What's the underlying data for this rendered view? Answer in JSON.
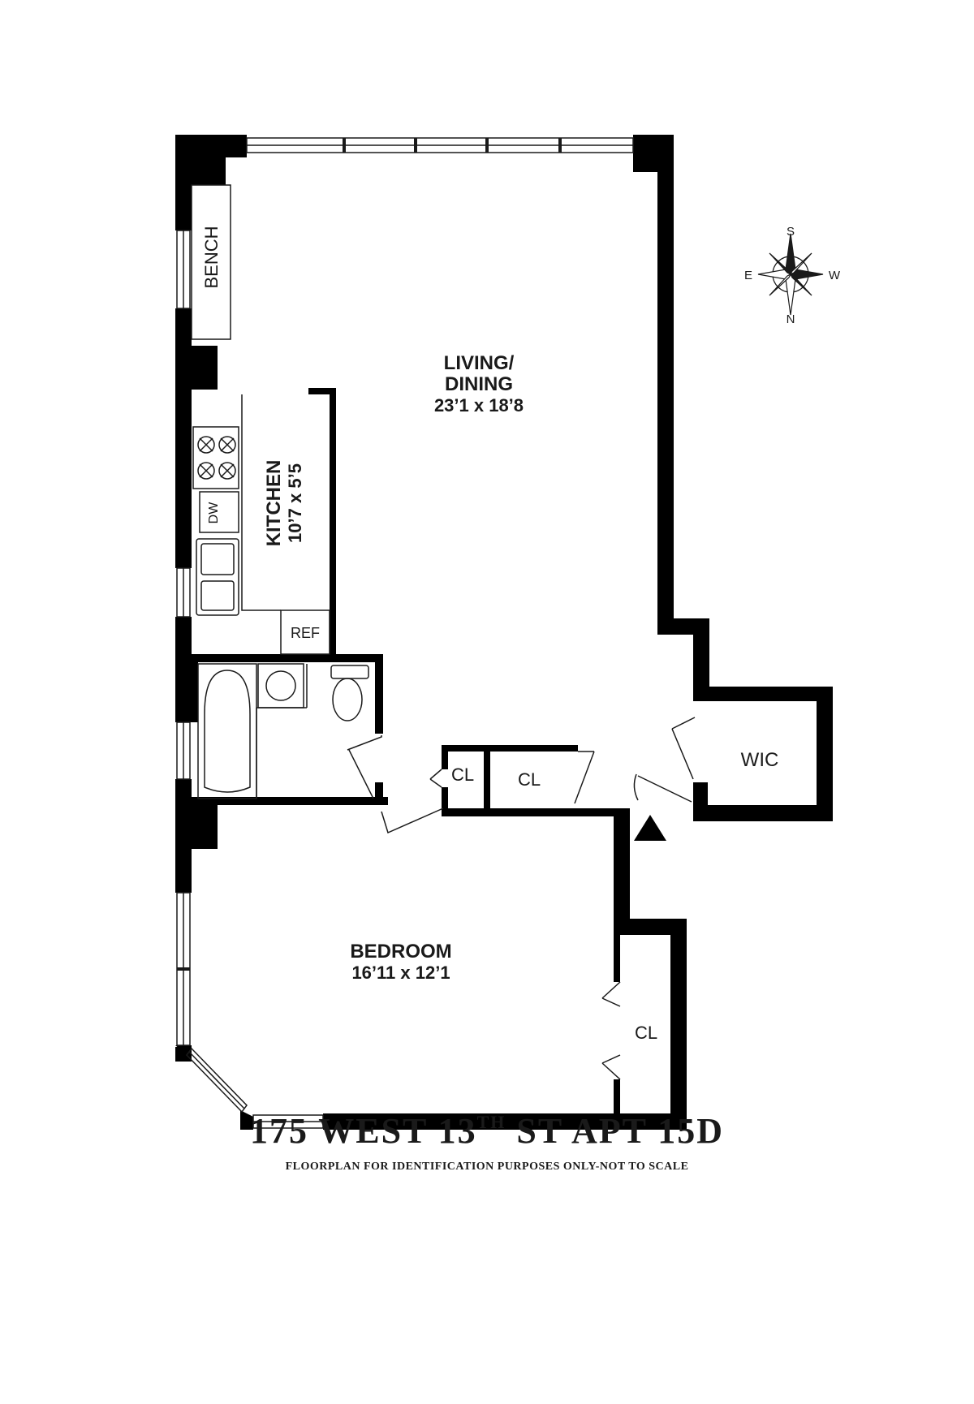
{
  "rooms": {
    "living": {
      "line1": "LIVING/",
      "line2": "DINING",
      "dims": "23’1 x 18’8"
    },
    "kitchen": {
      "name": "KITCHEN",
      "dims": "10’7 x 5’5"
    },
    "bedroom": {
      "name": "BEDROOM",
      "dims": "16’11 x 12’1"
    },
    "wic": "WIC",
    "closet": "CL"
  },
  "fixtures": {
    "bench": "BENCH",
    "dishwasher": "DW",
    "refrigerator": "REF"
  },
  "compass": {
    "top": "S",
    "bottom": "N",
    "left": "E",
    "right": "W"
  },
  "title": {
    "main": "175 WEST 13",
    "sup": "TH",
    "rest": " ST APT 15D"
  },
  "subtitle": "FLOORPLAN FOR IDENTIFICATION PURPOSES ONLY-NOT TO SCALE",
  "colors": {
    "wall": "#000000",
    "line": "#1a1a1a",
    "background": "#ffffff"
  }
}
